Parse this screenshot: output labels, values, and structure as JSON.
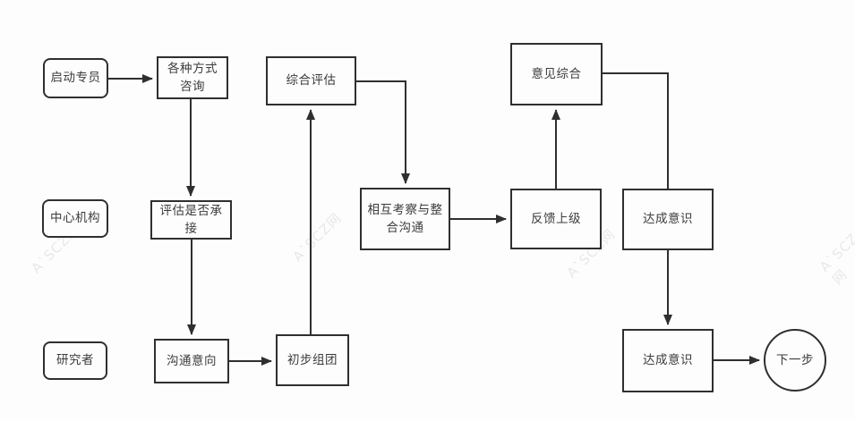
{
  "diagram": {
    "background": "#fdfdfd",
    "stroke_color": "#2f2f2f",
    "text_color": "#3c3c3c",
    "watermark_text": "A`SCZ网",
    "lanes": [
      {
        "label": "启动专员"
      },
      {
        "label": "中心机构"
      },
      {
        "label": "研究者"
      }
    ],
    "nodes": [
      {
        "label": "各种方式\n咨询"
      },
      {
        "label": "综合评估"
      },
      {
        "label": "意见综合"
      },
      {
        "label": "评估是否承\n接"
      },
      {
        "label": "相互考察与整\n合沟通"
      },
      {
        "label": "反馈上级"
      },
      {
        "label": "达成意识"
      },
      {
        "label": "沟通意向"
      },
      {
        "label": "初步组团"
      },
      {
        "label": "达成意识"
      },
      {
        "label": "下一步"
      }
    ]
  }
}
